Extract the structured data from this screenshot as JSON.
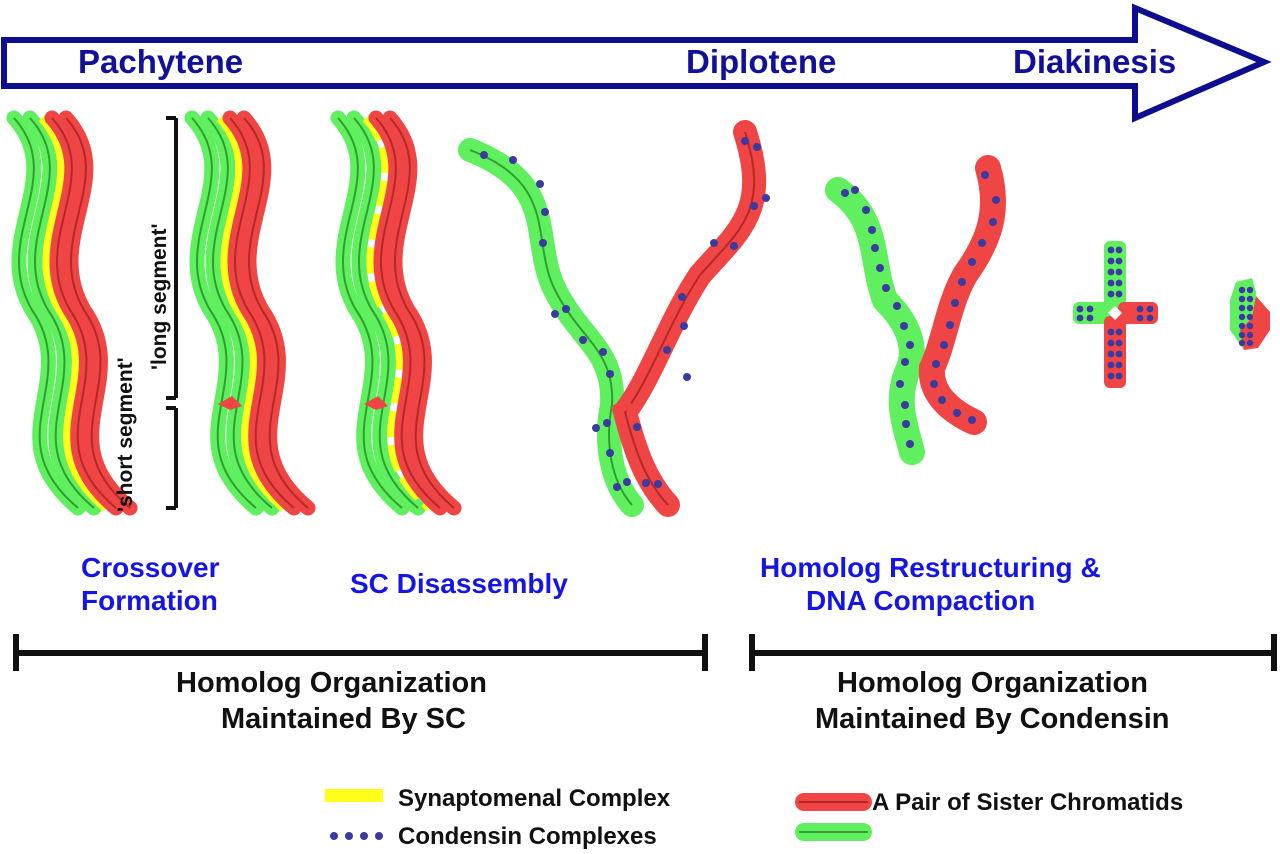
{
  "stages": [
    "Pachytene",
    "Diplotene",
    "Diakinesis"
  ],
  "segment_labels": {
    "long": "'long segment'",
    "short": "'short segment'"
  },
  "processes": {
    "crossover": [
      "Crossover",
      "Formation"
    ],
    "sc_disassembly": "SC Disassembly",
    "restructuring": [
      "Homolog Restructuring &",
      "DNA Compaction"
    ]
  },
  "organization": {
    "by_sc": [
      "Homolog Organization",
      "Maintained By SC"
    ],
    "by_condensin": [
      "Homolog Organization",
      "Maintained By Condensin"
    ]
  },
  "legend": {
    "synaptonemal": "Synaptomenal Complex",
    "condensin": "Condensin Complexes",
    "sister_chromatids": "A Pair of Sister Chromatids"
  },
  "colors": {
    "arrow": "#0d0d90",
    "stage_text": "#10109a",
    "process_text": "#1515e6",
    "green": "#5fef5f",
    "green_dark": "#2f9f2f",
    "red": "#f04545",
    "red_dark": "#b42828",
    "yellow": "#ffff1a",
    "condensin": "#3a3aa0"
  }
}
